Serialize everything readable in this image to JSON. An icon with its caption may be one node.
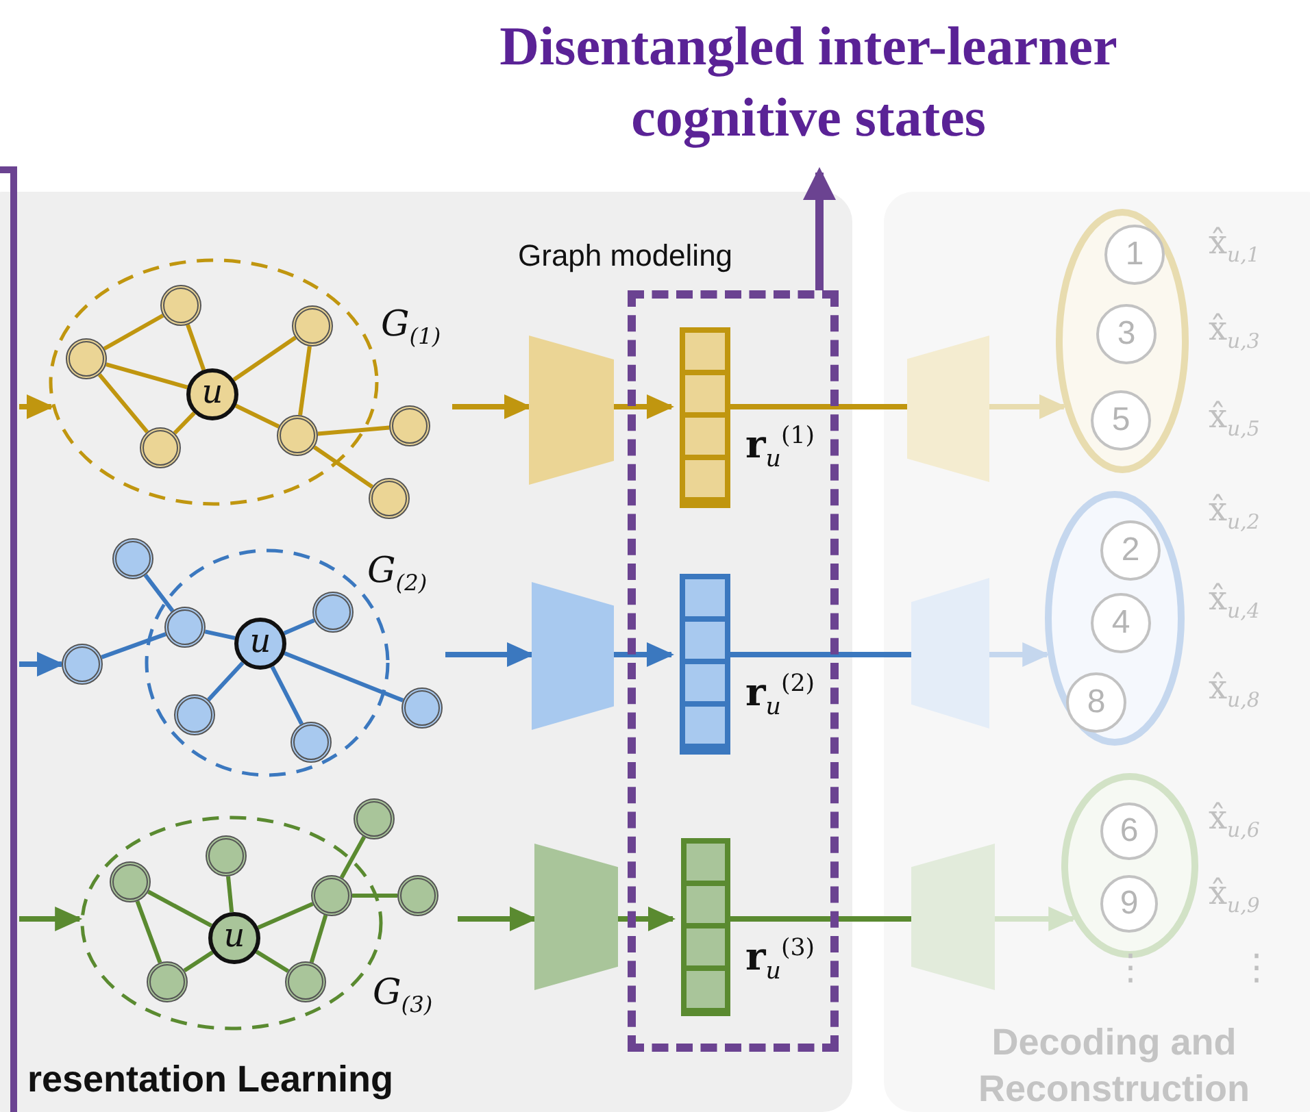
{
  "diagram": {
    "nodes": [
      {
        "text": [
          "Disentangled inter-learner cognitive states"
        ]
      },
      {
        "text": [
          "resentation Learning"
        ]
      },
      {
        "text": [
          "Decoding and Reconstruction"
        ]
      },
      {
        "text": [
          "*G*$_{(1)}$"
        ],
        "in": 1
      },
      {
        "text": [
          "u"
        ],
        "in": 3
      },
      {
        "text": [],
        "shape": "circle",
        "in": 3
      },
      {
        "text": [],
        "shape": "circle",
        "in": 3
      },
      {
        "text": [],
        "shape": "circle",
        "in": 3
      },
      {
        "text": [],
        "shape": "circle",
        "in": 3
      },
      {
        "text": [],
        "shape": "circle",
        "in": 3
      },
      {
        "text": [],
        "shape": "circle",
        "in": 1
      },
      {
        "text": [],
        "shape": "circle",
        "in": 1
      },
      {
        "text": [],
        "shape": "trapezoid",
        "in": 1
      },
      {
        "text": [
          "Graph modeling"
        ],
        "in": 1
      },
      {
        "text": [],
        "shape": "bar",
        "in": 13,
        "beside": [
          "**r**$_{u}$$^{(1)}$"
        ]
      },
      {
        "text": [],
        "shape": "trapezoid",
        "in": 2
      },
      {
        "text": [],
        "shape": "ellipse",
        "in": 2
      },
      {
        "text": [
          "1"
        ],
        "in": 16,
        "beside": [
          "x̂$_{u,1}$"
        ]
      },
      {
        "text": [
          "3"
        ],
        "in": 16,
        "beside": [
          "x̂$_{u,3}$"
        ]
      },
      {
        "text": [
          "5"
        ],
        "in": 16,
        "beside": [
          "x̂$_{u,5}$"
        ]
      },
      {
        "text": [
          "*G*$_{(2)}$"
        ],
        "in": 1
      },
      {
        "text": [
          "u"
        ],
        "in": 20
      },
      {
        "text": [],
        "shape": "circle",
        "in": 1
      },
      {
        "text": [],
        "shape": "circle",
        "in": 1
      },
      {
        "text": [],
        "shape": "circle",
        "in": 20
      },
      {
        "text": [],
        "shape": "circle",
        "in": 20
      },
      {
        "text": [],
        "shape": "circle",
        "in": 20
      },
      {
        "text": [],
        "shape": "circle",
        "in": 20
      },
      {
        "text": [],
        "shape": "circle",
        "in": 1
      },
      {
        "text": [],
        "shape": "trapezoid",
        "in": 1
      },
      {
        "text": [],
        "shape": "bar",
        "in": 13,
        "beside": [
          "**r**$_{u}$$^{(2)}$"
        ]
      },
      {
        "text": [],
        "shape": "trapezoid",
        "in": 2
      },
      {
        "text": [],
        "shape": "ellipse",
        "in": 2
      },
      {
        "text": [
          "2"
        ],
        "in": 32,
        "beside": [
          "x̂$_{u,2}$"
        ]
      },
      {
        "text": [
          "4"
        ],
        "in": 32,
        "beside": [
          "x̂$_{u,4}$"
        ]
      },
      {
        "text": [
          "8"
        ],
        "in": 32,
        "beside": [
          "x̂$_{u,8}$"
        ]
      },
      {
        "text": [
          "*G*$_{(3)}$"
        ],
        "in": 1
      },
      {
        "text": [
          "u"
        ],
        "in": 36
      },
      {
        "text": [],
        "shape": "circle",
        "in": 36
      },
      {
        "text": [],
        "shape": "circle",
        "in": 36
      },
      {
        "text": [],
        "shape": "circle",
        "in": 1
      },
      {
        "text": [],
        "shape": "circle",
        "in": 36
      },
      {
        "text": [],
        "shape": "circle",
        "in": 1
      },
      {
        "text": [],
        "shape": "circle",
        "in": 36
      },
      {
        "text": [],
        "shape": "circle",
        "in": 36
      },
      {
        "text": [],
        "shape": "trapezoid",
        "in": 1
      },
      {
        "text": [],
        "shape": "bar",
        "in": 13,
        "beside": [
          "**r**$_{u}$$^{(3)}$"
        ]
      },
      {
        "text": [],
        "shape": "trapezoid",
        "in": 2
      },
      {
        "text": [],
        "shape": "ellipse",
        "in": 2
      },
      {
        "text": [
          "6"
        ],
        "in": 48,
        "beside": [
          "x̂$_{u,6}$"
        ]
      },
      {
        "text": [
          "9"
        ],
        "in": 48,
        "beside": [
          "x̂$_{u,9}$"
        ]
      }
    ],
    "edges": [
      {
        "from": 6,
        "to": 5,
        "arrow": "none",
        "color": "#c0960f"
      },
      {
        "from": 5,
        "to": 4,
        "arrow": "none",
        "color": "#c0960f"
      },
      {
        "from": 6,
        "to": 4,
        "arrow": "none",
        "color": "#c0960f"
      },
      {
        "from": 6,
        "to": 8,
        "arrow": "none",
        "color": "#c0960f"
      },
      {
        "from": 8,
        "to": 4,
        "arrow": "none",
        "color": "#c0960f"
      },
      {
        "from": 4,
        "to": 7,
        "arrow": "none",
        "color": "#c0960f"
      },
      {
        "from": 7,
        "to": 9,
        "arrow": "none",
        "color": "#c0960f"
      },
      {
        "from": 4,
        "to": 9,
        "arrow": "none",
        "color": "#c0960f"
      },
      {
        "from": 9,
        "to": 10,
        "arrow": "none",
        "color": "#c0960f"
      },
      {
        "from": 9,
        "to": 11,
        "arrow": "none",
        "color": "#c0960f"
      },
      {
        "from": null,
        "to": 3,
        "arrow": "to",
        "color": "#c0960f"
      },
      {
        "from": null,
        "to": 12,
        "arrow": "to",
        "color": "#c0960f"
      },
      {
        "from": 12,
        "to": 14,
        "arrow": "to",
        "color": "#c0960f"
      },
      {
        "from": 14,
        "to": 15,
        "arrow": "none",
        "color": "#c0960f"
      },
      {
        "from": 15,
        "to": 16,
        "arrow": "to",
        "color": "#e8dcaf"
      },
      {
        "from": 22,
        "to": 24,
        "arrow": "none",
        "color": "#3b78bf"
      },
      {
        "from": 23,
        "to": 24,
        "arrow": "none",
        "color": "#3b78bf"
      },
      {
        "from": 24,
        "to": 21,
        "arrow": "none",
        "color": "#3b78bf"
      },
      {
        "from": 21,
        "to": 25,
        "arrow": "none",
        "color": "#3b78bf"
      },
      {
        "from": 21,
        "to": 26,
        "arrow": "none",
        "color": "#3b78bf"
      },
      {
        "from": 21,
        "to": 27,
        "arrow": "none",
        "color": "#3b78bf"
      },
      {
        "from": 21,
        "to": 28,
        "arrow": "none",
        "color": "#3b78bf"
      },
      {
        "from": null,
        "to": 23,
        "arrow": "to",
        "color": "#3b78bf"
      },
      {
        "from": null,
        "to": 29,
        "arrow": "to",
        "color": "#3b78bf"
      },
      {
        "from": 29,
        "to": 30,
        "arrow": "to",
        "color": "#3b78bf"
      },
      {
        "from": 30,
        "to": 31,
        "arrow": "none",
        "color": "#3b78bf"
      },
      {
        "from": 31,
        "to": 32,
        "arrow": "to",
        "color": "#c5d7ee"
      },
      {
        "from": 38,
        "to": 37,
        "arrow": "none",
        "color": "#5a8a30"
      },
      {
        "from": 38,
        "to": 43,
        "arrow": "none",
        "color": "#5a8a30"
      },
      {
        "from": 39,
        "to": 37,
        "arrow": "none",
        "color": "#5a8a30"
      },
      {
        "from": 37,
        "to": 43,
        "arrow": "none",
        "color": "#5a8a30"
      },
      {
        "from": 37,
        "to": 41,
        "arrow": "none",
        "color": "#5a8a30"
      },
      {
        "from": 37,
        "to": 44,
        "arrow": "none",
        "color": "#5a8a30"
      },
      {
        "from": 41,
        "to": 40,
        "arrow": "none",
        "color": "#5a8a30"
      },
      {
        "from": 41,
        "to": 42,
        "arrow": "none",
        "color": "#5a8a30"
      },
      {
        "from": 41,
        "to": 44,
        "arrow": "none",
        "color": "#5a8a30"
      },
      {
        "from": null,
        "to": 36,
        "arrow": "to",
        "color": "#5a8a30"
      },
      {
        "from": null,
        "to": 45,
        "arrow": "to",
        "color": "#5a8a30"
      },
      {
        "from": 45,
        "to": 46,
        "arrow": "to",
        "color": "#5a8a30"
      },
      {
        "from": 46,
        "to": 47,
        "arrow": "none",
        "color": "#5a8a30"
      },
      {
        "from": 47,
        "to": 48,
        "arrow": "to",
        "color": "#d2e2c6"
      },
      {
        "from": 13,
        "to": 0,
        "arrow": "to",
        "style": "thick",
        "color": "#6b4391"
      }
    ],
    "labels": [
      "⋮",
      "⋮"
    ]
  }
}
